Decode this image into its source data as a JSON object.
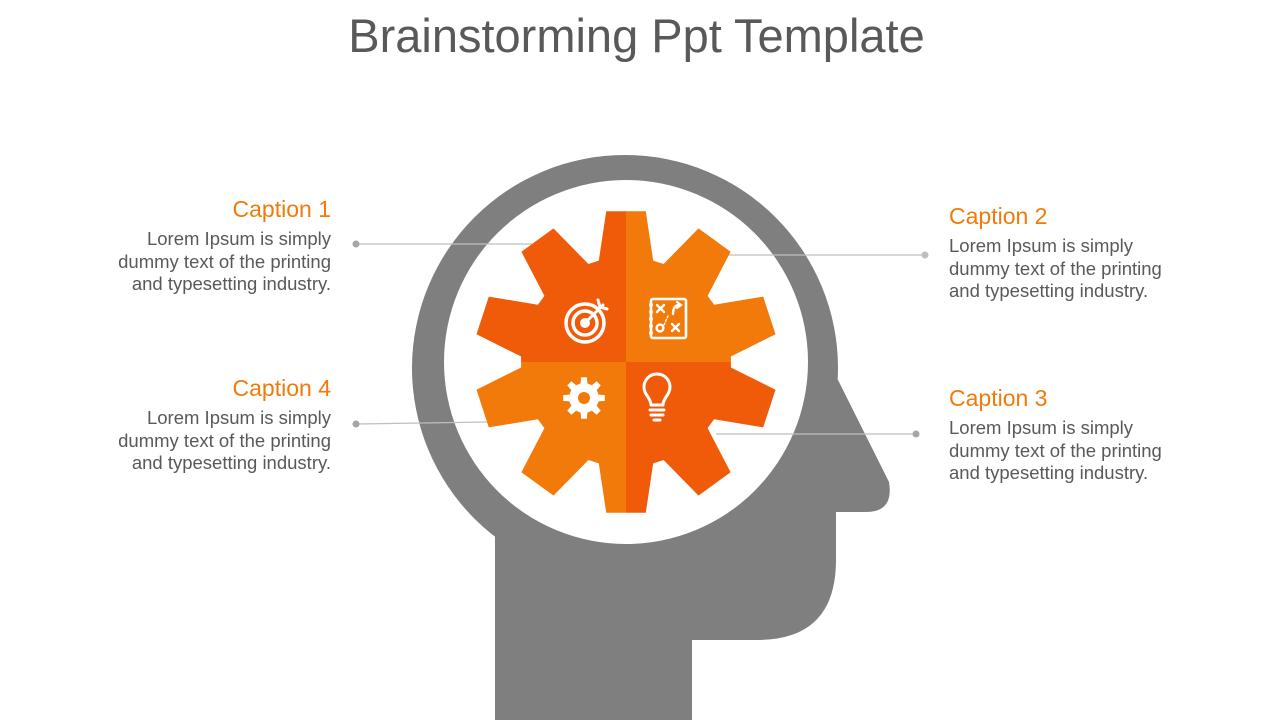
{
  "title": "Brainstorming Ppt Template",
  "colors": {
    "title": "#595959",
    "caption_title": "#F07B0A",
    "body_text": "#595959",
    "head": "#7F7F7F",
    "gear_dark": "#EF5B09",
    "gear_light": "#F27A0A",
    "connector": "#BFBFBF",
    "connector_dot": "#A6A6A6"
  },
  "captions": [
    {
      "title": "Caption 1",
      "lines": [
        "Lorem Ipsum is simply",
        "dummy text of the printing",
        "and typesetting industry."
      ]
    },
    {
      "title": "Caption 2",
      "lines": [
        "Lorem Ipsum is simply",
        "dummy text of the printing",
        "and typesetting industry."
      ]
    },
    {
      "title": "Caption 3",
      "lines": [
        "Lorem Ipsum is simply",
        "dummy text of the printing",
        "and typesetting industry."
      ]
    },
    {
      "title": "Caption 4",
      "lines": [
        "Lorem Ipsum is simply",
        "dummy text of the printing",
        "and typesetting industry."
      ]
    }
  ],
  "icons": {
    "top_left": "target-icon",
    "top_right": "strategy-board-icon",
    "bottom_left": "gear-icon",
    "bottom_right": "lightbulb-icon"
  }
}
